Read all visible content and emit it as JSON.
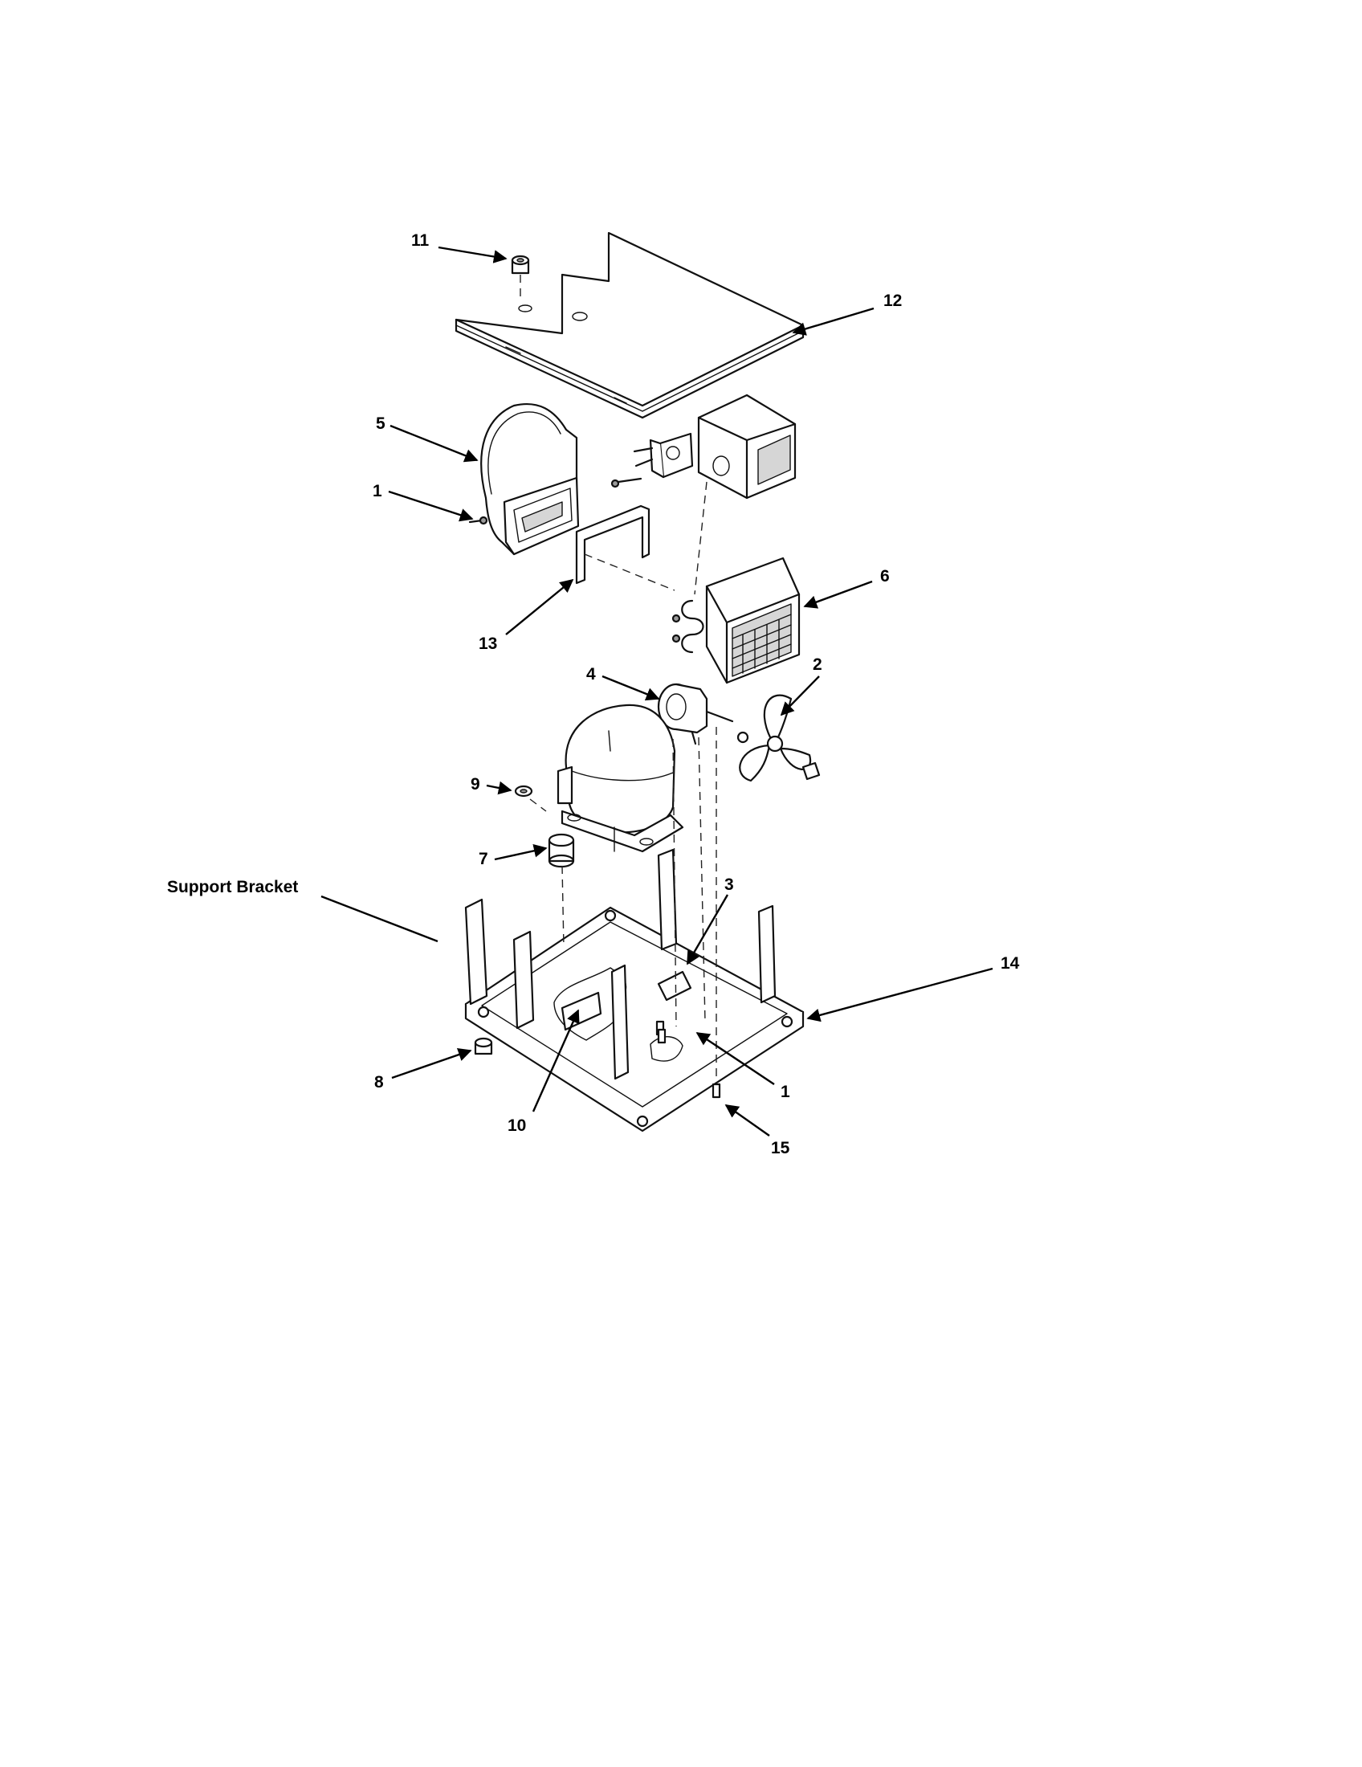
{
  "callouts": {
    "c1_top": "1",
    "c1_bottom": "1",
    "c2": "2",
    "c3": "3",
    "c4": "4",
    "c5": "5",
    "c6": "6",
    "c7": "7",
    "c8": "8",
    "c9": "9",
    "c10": "10",
    "c11": "11",
    "c12": "12",
    "c13": "13",
    "c14": "14",
    "c15": "15",
    "support_bracket": "Support Bracket"
  },
  "colors": {
    "line": "#111111",
    "shade": "#d6d6d6",
    "background": "#ffffff"
  }
}
